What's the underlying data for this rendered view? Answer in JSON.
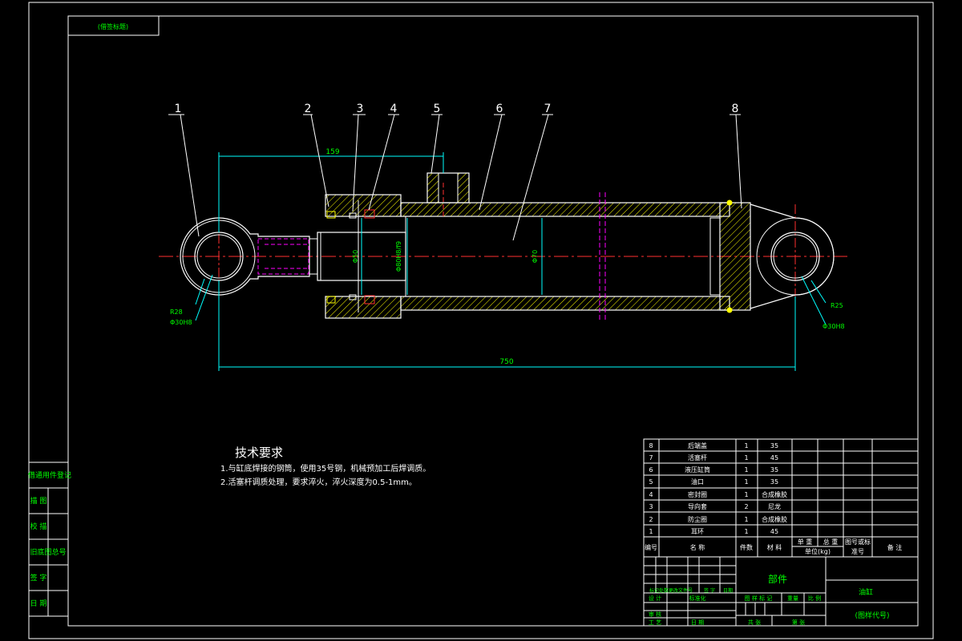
{
  "stamp": "(借签标题)",
  "part_numbers": [
    "1",
    "2",
    "3",
    "4",
    "5",
    "6",
    "7",
    "8"
  ],
  "dims": {
    "d159": "159",
    "d750": "750",
    "dR28": "R28",
    "dPhiLeft": "Φ30H8",
    "dR25": "R25",
    "dPhiRight": "Φ30H8",
    "d50": "Φ50",
    "dBore": "Φ80H8/f9",
    "d70": "Φ70"
  },
  "tech": {
    "heading": "技术要求",
    "line1": "1.与缸底焊接的钢筒，使用35号钢，机械预加工后焊调质。",
    "line2": "2.活塞杆调质处理，要求淬火，淬火深度为0.5-1mm。"
  },
  "side_labels": [
    "借通用件登记",
    "描  图",
    "校  描",
    "旧底图总号",
    "签  字",
    "日  期"
  ],
  "bom_rows": [
    {
      "no": "8",
      "name": "后端盖",
      "qty": "1",
      "mat": "35"
    },
    {
      "no": "7",
      "name": "活塞杆",
      "qty": "1",
      "mat": "45"
    },
    {
      "no": "6",
      "name": "液压缸筒",
      "qty": "1",
      "mat": "35"
    },
    {
      "no": "5",
      "name": "油口",
      "qty": "1",
      "mat": "35"
    },
    {
      "no": "4",
      "name": "密封圈",
      "qty": "1",
      "mat": "合成橡胶"
    },
    {
      "no": "3",
      "name": "导向套",
      "qty": "2",
      "mat": "尼龙"
    },
    {
      "no": "2",
      "name": "防尘圈",
      "qty": "1",
      "mat": "合成橡胶"
    },
    {
      "no": "1",
      "name": "耳环",
      "qty": "1",
      "mat": "45"
    }
  ],
  "bom_header": {
    "no": "编号",
    "name": "名    称",
    "qty": "件数",
    "mat": "材  料",
    "unit": "单  重",
    "total": "总  重",
    "weight": "单位(kg)",
    "std": "图号或标",
    "stdno": "准号",
    "remark": "备  注"
  },
  "title_block": {
    "part": "部件",
    "company": "油缸",
    "drawing_no": "(图样代号)",
    "row1": "标记处数更改文件号",
    "sign": "签  字",
    "date": "日期",
    "design": "设  计",
    "standard": "标准化",
    "stage": "图 样 标 记",
    "weight": "重量",
    "scale": "比 例",
    "review": "审  核",
    "process": "工  艺",
    "approve": "日  期",
    "sheet": "共      张",
    "sheet2": "第      张"
  }
}
